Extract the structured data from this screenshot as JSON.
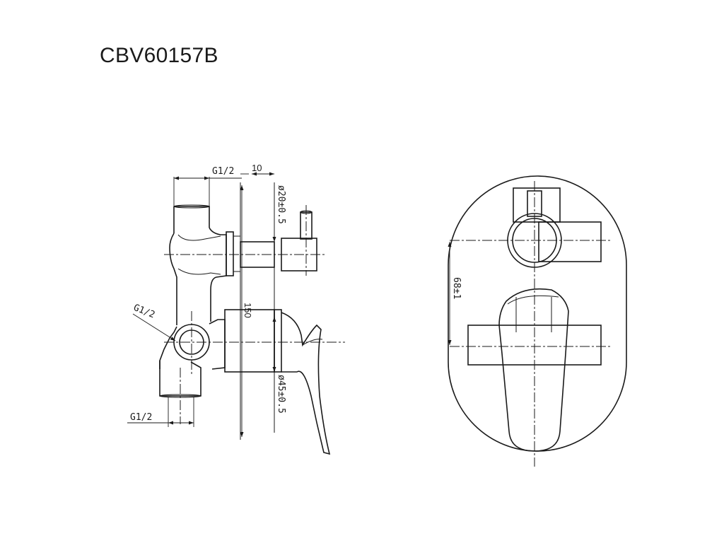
{
  "title": "CBV60157B",
  "dimensions": {
    "g_half_top": "G1/2",
    "ten": "10",
    "d20": "ø20±0.5",
    "one_fifty": "150",
    "g_half_left": "G1/2",
    "d45": "ø45±0.5",
    "g_half_bottom": "G1/2",
    "sixty_eight": "68±1"
  }
}
